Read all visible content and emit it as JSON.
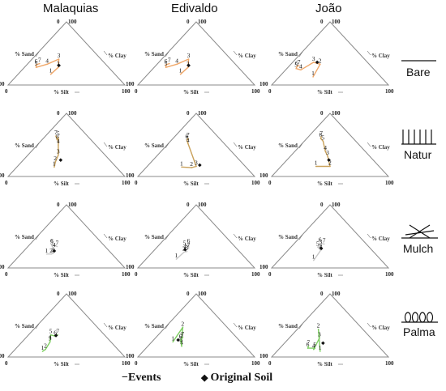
{
  "columns": [
    "Malaquias",
    "Edivaldo",
    "João"
  ],
  "rows": [
    "Bare",
    "Natur",
    "Mulch",
    "Palma"
  ],
  "axis_labels": {
    "sand": "% Sand",
    "clay": "% Clay",
    "silt": "% Silt"
  },
  "corner_labels": {
    "top": "0",
    "top_100": "100",
    "left_100": "100",
    "left_0": "0",
    "right": "100"
  },
  "legend": {
    "events": "Events",
    "events_symbol": "−",
    "original": "Original Soil",
    "original_symbol": "◆"
  },
  "colors": {
    "Bare": "#f0a86a",
    "Natur": "#c9a15a",
    "Mulch": "#c8c8c8",
    "Palma": "#7fcf63",
    "triangle": "#8a8a8a"
  },
  "chart_data": {
    "type": "ternary",
    "panels": [
      {
        "column": "Malaquias",
        "row": "Bare",
        "events": [
          {
            "label": "1",
            "sand": 55,
            "clay": 17
          },
          {
            "label": "2",
            "sand": 43,
            "clay": 28
          },
          {
            "label": "3",
            "sand": 36,
            "clay": 41
          },
          {
            "label": "4",
            "sand": 50,
            "clay": 33
          },
          {
            "label": "5",
            "sand": 62,
            "clay": 28
          },
          {
            "label": "6",
            "sand": 60,
            "clay": 32
          },
          {
            "label": "7",
            "sand": 56,
            "clay": 34
          }
        ],
        "original": {
          "sand": 41,
          "clay": 31
        }
      },
      {
        "column": "Edivaldo",
        "row": "Bare",
        "events": [
          {
            "label": "1",
            "sand": 55,
            "clay": 17
          },
          {
            "label": "2",
            "sand": 43,
            "clay": 28
          },
          {
            "label": "3",
            "sand": 36,
            "clay": 41
          },
          {
            "label": "4",
            "sand": 50,
            "clay": 33
          },
          {
            "label": "5",
            "sand": 62,
            "clay": 28
          },
          {
            "label": "6",
            "sand": 60,
            "clay": 32
          },
          {
            "label": "7",
            "sand": 56,
            "clay": 34
          }
        ],
        "original": {
          "sand": 41,
          "clay": 31
        }
      },
      {
        "column": "João",
        "row": "Bare",
        "events": [
          {
            "label": "1",
            "sand": 58,
            "clay": 13
          },
          {
            "label": "2",
            "sand": 42,
            "clay": 33
          },
          {
            "label": "3",
            "sand": 46,
            "clay": 36
          },
          {
            "label": "4",
            "sand": 63,
            "clay": 24
          },
          {
            "label": "5",
            "sand": 66,
            "clay": 26
          },
          {
            "label": "6",
            "sand": 64,
            "clay": 29
          },
          {
            "label": "7",
            "sand": 61,
            "clay": 31
          }
        ],
        "original": {
          "sand": 43,
          "clay": 36
        }
      },
      {
        "column": "Malaquias",
        "row": "Natur",
        "events": [
          {
            "label": "1",
            "sand": 53,
            "clay": 15
          },
          {
            "label": "2",
            "sand": 48,
            "clay": 23
          },
          {
            "label": "3",
            "sand": 40,
            "clay": 34
          },
          {
            "label": "4",
            "sand": 32,
            "clay": 50
          },
          {
            "label": "5",
            "sand": 26,
            "clay": 62
          },
          {
            "label": "6",
            "sand": 29,
            "clay": 58
          },
          {
            "label": "7",
            "sand": 27,
            "clay": 64
          }
        ],
        "original": {
          "sand": 42,
          "clay": 26
        }
      },
      {
        "column": "Edivaldo",
        "row": "Natur",
        "events": [
          {
            "label": "1",
            "sand": 55,
            "clay": 15
          },
          {
            "label": "2",
            "sand": 47,
            "clay": 14
          },
          {
            "label": "3",
            "sand": 42,
            "clay": 16
          },
          {
            "label": "4",
            "sand": 31,
            "clay": 52
          },
          {
            "label": "5",
            "sand": 30,
            "clay": 55
          },
          {
            "label": "6",
            "sand": 29,
            "clay": 58
          },
          {
            "label": "7",
            "sand": 27,
            "clay": 60
          }
        ],
        "original": {
          "sand": 38,
          "clay": 18
        }
      },
      {
        "column": "João",
        "row": "Natur",
        "events": [
          {
            "label": "1",
            "sand": 54,
            "clay": 16
          },
          {
            "label": "2",
            "sand": 42,
            "clay": 16
          },
          {
            "label": "3",
            "sand": 36,
            "clay": 32
          },
          {
            "label": "4",
            "sand": 34,
            "clay": 40
          },
          {
            "label": "5",
            "sand": 28,
            "clay": 56
          },
          {
            "label": "6",
            "sand": 28,
            "clay": 60
          },
          {
            "label": "7",
            "sand": 26,
            "clay": 63
          }
        ],
        "original": {
          "sand": 38,
          "clay": 26
        }
      },
      {
        "column": "Malaquias",
        "row": "Mulch",
        "events": [
          {
            "label": "1",
            "sand": 56,
            "clay": 22
          },
          {
            "label": "2",
            "sand": 52,
            "clay": 22
          },
          {
            "label": "3",
            "sand": 50,
            "clay": 23
          },
          {
            "label": "4",
            "sand": 45,
            "clay": 31
          },
          {
            "label": "5",
            "sand": 45,
            "clay": 35
          },
          {
            "label": "6",
            "sand": 44,
            "clay": 37
          },
          {
            "label": "7",
            "sand": 41,
            "clay": 34
          }
        ],
        "original": {
          "sand": 47,
          "clay": 27
        }
      },
      {
        "column": "Edivaldo",
        "row": "Mulch",
        "events": [
          {
            "label": "1",
            "sand": 60,
            "clay": 14
          },
          {
            "label": "2",
            "sand": 48,
            "clay": 25
          },
          {
            "label": "3",
            "sand": 45,
            "clay": 26
          },
          {
            "label": "4",
            "sand": 45,
            "clay": 29
          },
          {
            "label": "5",
            "sand": 43,
            "clay": 34
          },
          {
            "label": "6",
            "sand": 38,
            "clay": 37
          },
          {
            "label": "7",
            "sand": 41,
            "clay": 31
          }
        ],
        "original": {
          "sand": 45,
          "clay": 29
        }
      },
      {
        "column": "João",
        "row": "Mulch",
        "events": [
          {
            "label": "1",
            "sand": 58,
            "clay": 12
          },
          {
            "label": "2",
            "sand": 44,
            "clay": 28
          },
          {
            "label": "3",
            "sand": 40,
            "clay": 36
          },
          {
            "label": "4",
            "sand": 44,
            "clay": 28
          },
          {
            "label": "5",
            "sand": 44,
            "clay": 33
          },
          {
            "label": "6",
            "sand": 39,
            "clay": 39
          },
          {
            "label": "7",
            "sand": 36,
            "clay": 38
          }
        ],
        "original": {
          "sand": 42,
          "clay": 31
        }
      },
      {
        "column": "Malaquias",
        "row": "Palma",
        "events": [
          {
            "label": "1",
            "sand": 66,
            "clay": 9
          },
          {
            "label": "2",
            "sand": 62,
            "clay": 12
          },
          {
            "label": "3",
            "sand": 52,
            "clay": 24
          },
          {
            "label": "4",
            "sand": 51,
            "clay": 26
          },
          {
            "label": "5",
            "sand": 46,
            "clay": 35
          },
          {
            "label": "6",
            "sand": 43,
            "clay": 33
          },
          {
            "label": "7",
            "sand": 40,
            "clay": 35
          }
        ],
        "original": {
          "sand": 42,
          "clay": 34
        }
      },
      {
        "column": "Edivaldo",
        "row": "Palma",
        "events": [
          {
            "label": "1",
            "sand": 58,
            "clay": 24
          },
          {
            "label": "2",
            "sand": 38,
            "clay": 47
          },
          {
            "label": "3",
            "sand": 48,
            "clay": 29
          },
          {
            "label": "4",
            "sand": 54,
            "clay": 17
          },
          {
            "label": "5",
            "sand": 52,
            "clay": 22
          },
          {
            "label": "6",
            "sand": 50,
            "clay": 27
          },
          {
            "label": "7",
            "sand": 46,
            "clay": 31
          }
        ],
        "original": {
          "sand": 52,
          "clay": 27
        }
      },
      {
        "column": "João",
        "row": "Palma",
        "events": [
          {
            "label": "1",
            "sand": 54,
            "clay": 9
          },
          {
            "label": "2",
            "sand": 38,
            "clay": 44
          },
          {
            "label": "3",
            "sand": 44,
            "clay": 30
          },
          {
            "label": "4",
            "sand": 58,
            "clay": 12
          },
          {
            "label": "5",
            "sand": 56,
            "clay": 14
          },
          {
            "label": "6",
            "sand": 62,
            "clay": 14
          },
          {
            "label": "7",
            "sand": 60,
            "clay": 17
          }
        ],
        "original": {
          "sand": 45,
          "clay": 22
        }
      }
    ]
  }
}
